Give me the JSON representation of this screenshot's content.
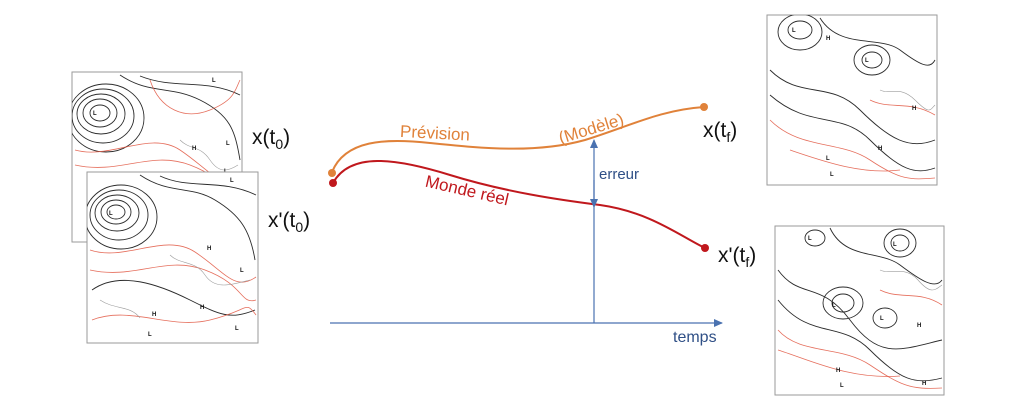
{
  "labels": {
    "x_t0": {
      "base": "x(t",
      "sub": "0",
      "close": ")"
    },
    "xp_t0": {
      "base": "x'(t",
      "sub": "0",
      "close": ")"
    },
    "x_tf": {
      "base": "x(t",
      "sub": "f",
      "close": ")"
    },
    "xp_tf": {
      "base": "x'(t",
      "sub": "f",
      "close": ")"
    },
    "prevision": "Prévision",
    "modele": "(Modèle)",
    "monde_reel": "Monde réel",
    "erreur": "erreur",
    "temps": "temps"
  },
  "colors": {
    "forecast": "#e0823a",
    "real": "#c0181d",
    "axis": "#4a72b0",
    "error_label": "#2f4f86"
  },
  "maps": {
    "t0_forecast": [
      "L",
      "L",
      "H",
      "L",
      "L"
    ],
    "t0_real": [
      "L",
      "L",
      "H",
      "L",
      "H",
      "H",
      "L",
      "L"
    ],
    "tf_forecast": [
      "L",
      "H",
      "L",
      "H",
      "H",
      "L",
      "L"
    ],
    "tf_real": [
      "L",
      "L",
      "L",
      "L",
      "H",
      "H",
      "L",
      "H"
    ]
  }
}
